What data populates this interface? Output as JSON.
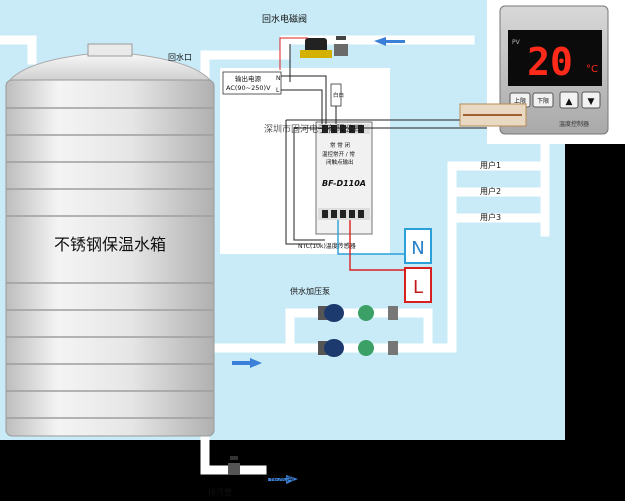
{
  "labels": {
    "return_valve": "回水电磁阀",
    "return_port": "回水口",
    "output_power": "输出电源",
    "ac_range": "AC(90~250)V",
    "n_mark": "N",
    "l_mark": "L",
    "input_label": "白白",
    "module_model": "BF-D110A",
    "module_desc_line1": "温控常开 / 常",
    "module_desc_line2": "闭触点输出",
    "module_top_text": "常 常 闭",
    "sensor_label": "NTC(10k)温度传感器",
    "user1": "用户1",
    "user2": "用户2",
    "user3": "用户3",
    "tank": "不锈钢保温水箱",
    "pump": "供水加压泵",
    "drain": "排污管",
    "to_sewer": "至排水沟",
    "watermark": "深圳市固河电子有限公司",
    "terminal_n": "N",
    "terminal_l": "L"
  },
  "controller": {
    "display_value": "20",
    "unit": "°C",
    "side_left": "PV",
    "btn_up": "上限",
    "btn_down": "下限",
    "btn_arrow_up": "▲",
    "btn_arrow_down": "▼",
    "model_text": "温度控制器"
  },
  "colors": {
    "background": "#000000",
    "canvas": "#c9ebf7",
    "pipe": "#ffffff",
    "tank": "#ececec",
    "display": "#ff2a1a",
    "wire_red": "#d92020",
    "wire_blue": "#2a9fd8",
    "flow_arrow": "#3a80d8"
  }
}
